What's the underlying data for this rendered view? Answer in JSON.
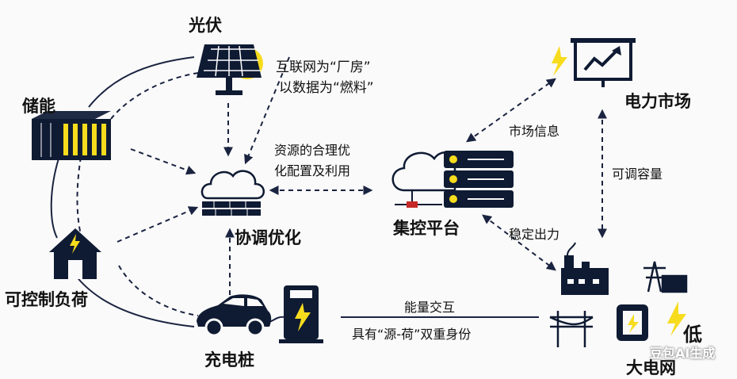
{
  "nodes": {
    "solar": "光伏",
    "storage": "储能",
    "load": "可控制负荷",
    "ev": "充电桩",
    "optimize": "协调优化",
    "platform": "集控平台",
    "market": "电力市场",
    "grid": "大电网"
  },
  "annotations": {
    "internet_line1": "互联网为“厂房”",
    "internet_line2": "以数据为“燃料”",
    "resource_line1": "资源的合理优",
    "resource_line2": "化配置及利用",
    "market_info": "市场信息",
    "adjustable_capacity": "可调容量",
    "stable_output": "稳定出力",
    "energy_exchange": "能量交互",
    "dual_identity": "具有“源-荷”双重身份",
    "low": "低",
    "watermark": "豆包AI生成"
  },
  "colors": {
    "navy": "#0f1b33",
    "yellow": "#f7dc1e",
    "red": "#c62828",
    "line": "#1a2340"
  }
}
